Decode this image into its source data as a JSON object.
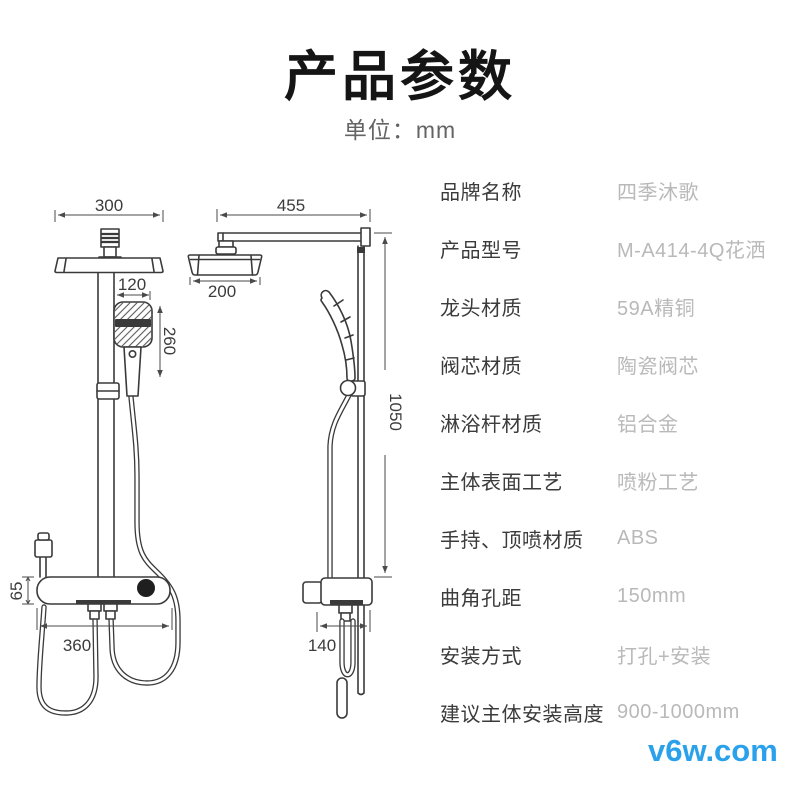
{
  "page": {
    "title": "产品参数",
    "unit_label": "单位：mm",
    "watermark": "v6w.com"
  },
  "colors": {
    "title_black": "#151515",
    "spec_label_gray": "#3b3b3b",
    "spec_value_gray": "#b9b9b9",
    "drawing_line": "#3a3a3a",
    "watermark_blue": "#2aa1ea"
  },
  "diagram": {
    "views": [
      {
        "name": "front-view"
      },
      {
        "name": "side-view"
      }
    ],
    "dims": {
      "front_head_width": "300",
      "handheld_offset": "120",
      "handheld_length": "260",
      "body_width": "360",
      "body_height": "65",
      "side_overall_width": "455",
      "top_spray_diameter": "200",
      "overall_height": "1050",
      "body_depth": "140"
    }
  },
  "specs": {
    "rows": [
      {
        "label": "品牌名称",
        "value": "四季沐歌"
      },
      {
        "label": "产品型号",
        "value": "M-A414-4Q花洒"
      },
      {
        "label": "龙头材质",
        "value": "59A精铜"
      },
      {
        "label": "阀芯材质",
        "value": "陶瓷阀芯"
      },
      {
        "label": "淋浴杆材质",
        "value": "铝合金"
      },
      {
        "label": "主体表面工艺",
        "value": "喷粉工艺"
      },
      {
        "label": "手持、顶喷材质",
        "value": "ABS"
      },
      {
        "label": "曲角孔距",
        "value": "150mm"
      },
      {
        "label": "安装方式",
        "value": "打孔+安装"
      },
      {
        "label": "建议主体安装高度",
        "value": "900-1000mm"
      }
    ]
  }
}
